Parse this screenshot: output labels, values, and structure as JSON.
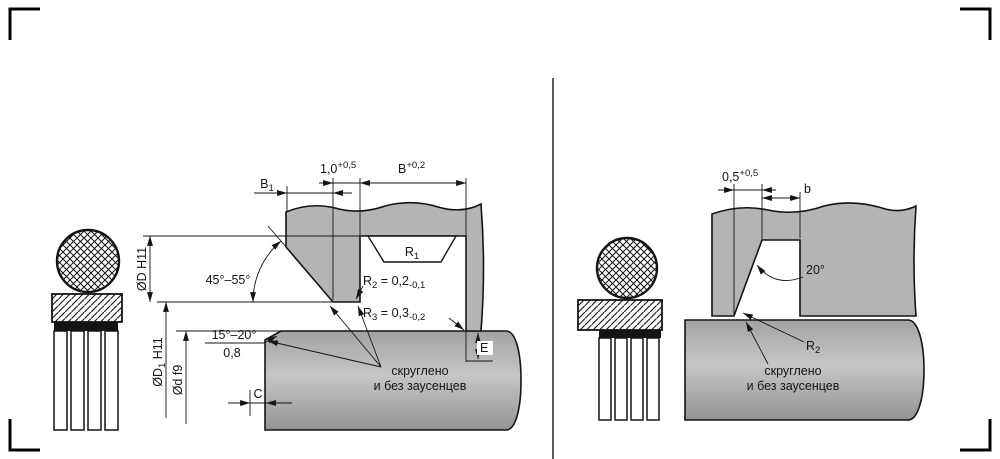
{
  "colors": {
    "metal_fill": "#b4b4b4",
    "line": "#141414",
    "background": "#ffffff"
  },
  "panels": {
    "left": {
      "dims": {
        "b1": {
          "main": "B",
          "sub": "1"
        },
        "land": {
          "main": "1,0",
          "sup": "+0,5"
        },
        "groove_width": {
          "main": "B",
          "sup": "+0,2"
        },
        "r1": {
          "main": "R",
          "sub": "1"
        },
        "r2": {
          "main": "R",
          "sub": "2",
          "eq": " = 0,2",
          "tol": "-0,1"
        },
        "r3": {
          "main": "R",
          "sub": "3",
          "eq": " = 0,3",
          "tol": "-0,2"
        },
        "chamfer_angle": "45°–55°",
        "shaft_chamfer_angle": "15°–20°",
        "shaft_chamfer_size": "0,8",
        "c": "C",
        "e": "E",
        "groove_diameter": "ØD H11",
        "bore_diameter": {
          "main": "ØD",
          "sub": "1",
          "rest": " H11"
        },
        "shaft_diameter": "Ød f9"
      },
      "note": {
        "line1": "скруглено",
        "line2": "и без заусенцев"
      }
    },
    "right": {
      "dims": {
        "edge_break": {
          "main": "0,5",
          "sup": "+0,5"
        },
        "groove_width": "b",
        "chamfer_angle": "20°",
        "r2": {
          "main": "R",
          "sub": "2"
        }
      },
      "note": {
        "line1": "скруглено",
        "line2": "и без заусенцев"
      }
    }
  }
}
